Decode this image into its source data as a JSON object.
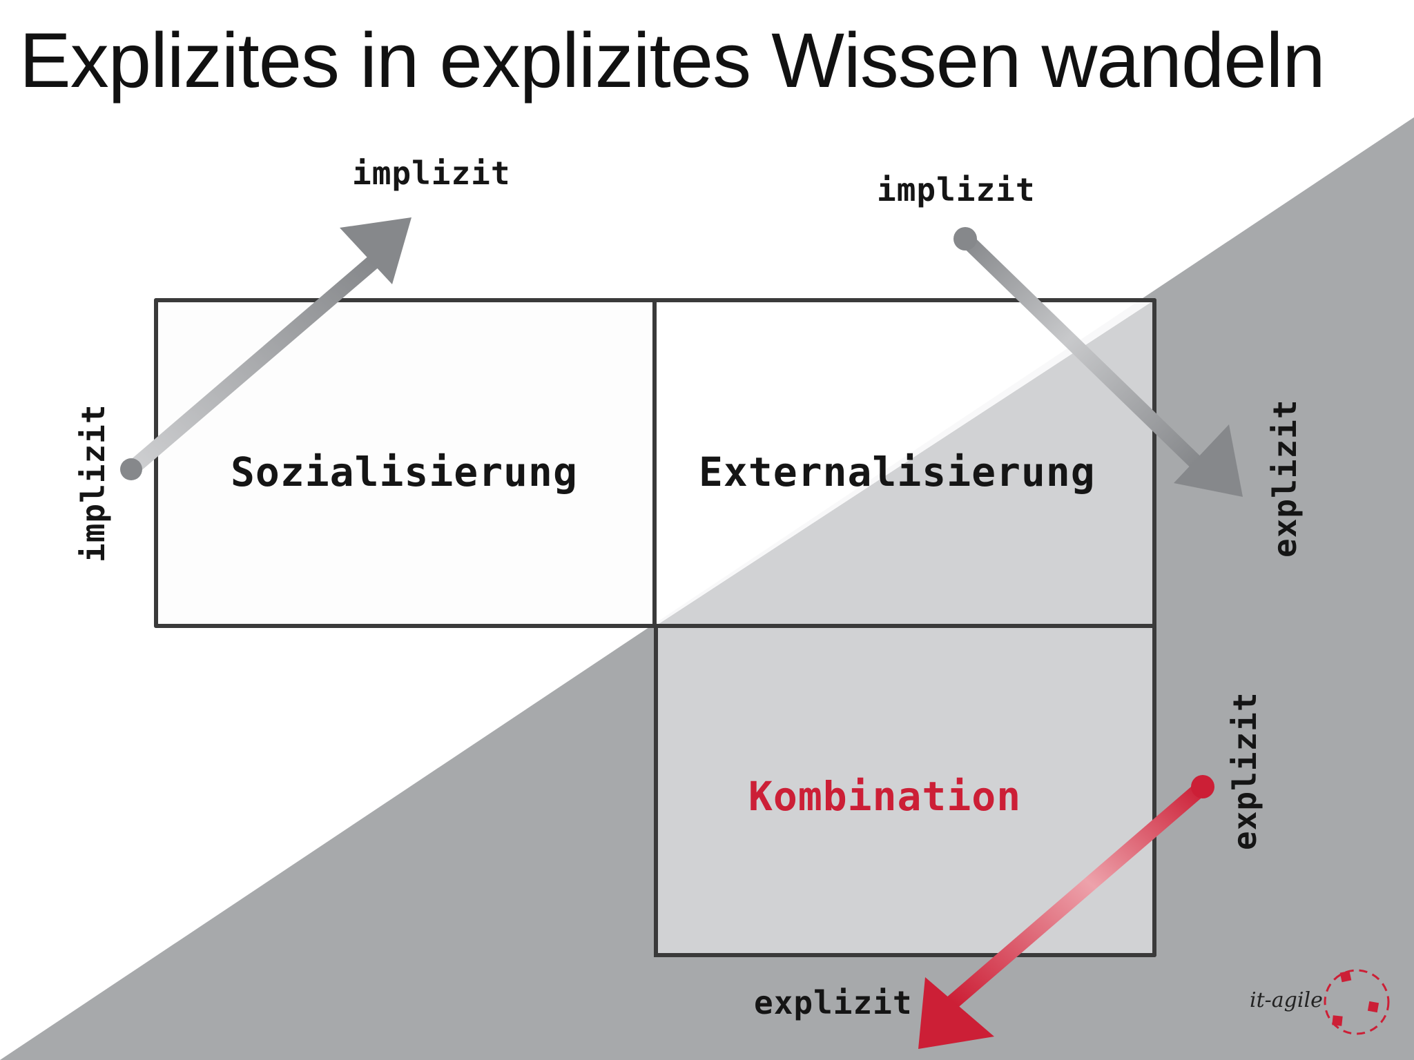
{
  "title": "Explizites in explizites Wissen wandeln",
  "quadrants": {
    "top_left": "Sozialisierung",
    "top_right": "Externalisierung",
    "bottom_right": "Kombination"
  },
  "axis_labels": {
    "top_left_arrow_tip": "implizit",
    "top_left_arrow_start": "implizit",
    "top_right_arrow_start": "implizit",
    "top_right_arrow_tip": "explizit",
    "bottom_arrow_start": "explizit",
    "bottom_arrow_tip": "explizit"
  },
  "logo": {
    "text": "it-agile"
  },
  "colors": {
    "background_light": "#ffffff",
    "background_dark": "#a7a9ab",
    "highlight_quadrant_fill": "#d1d2d4",
    "grid_stroke": "#3a3a3a",
    "arrow_gray": "#86888b",
    "arrow_red": "#cc1f36",
    "accent_text_red": "#cc1f36"
  },
  "icons": [
    "arrow-implicit-implicit-icon",
    "arrow-implicit-explicit-icon",
    "arrow-explicit-explicit-icon",
    "it-agile-logo-icon"
  ]
}
